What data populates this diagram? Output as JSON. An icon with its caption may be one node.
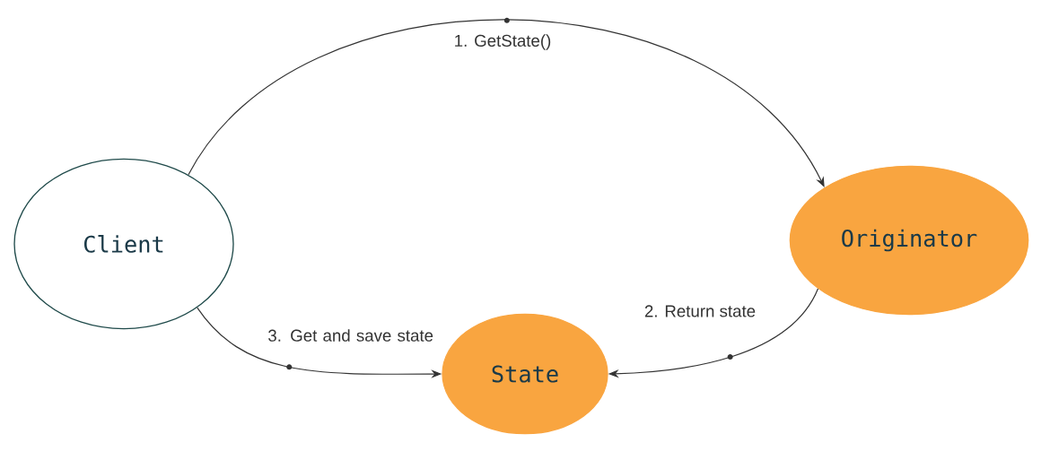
{
  "diagram": {
    "nodes": [
      {
        "text": [
          "Client"
        ]
      },
      {
        "text": [
          "Originator"
        ]
      },
      {
        "text": [
          "State"
        ]
      }
    ],
    "edges": [
      {
        "from": 0,
        "to": 1,
        "arrow": "to",
        "label": "1. GetState()"
      },
      {
        "from": 1,
        "to": 2,
        "arrow": "to",
        "label": "2. Return state"
      },
      {
        "from": 0,
        "to": 2,
        "arrow": "to",
        "label": "3. Get and save state"
      }
    ]
  }
}
